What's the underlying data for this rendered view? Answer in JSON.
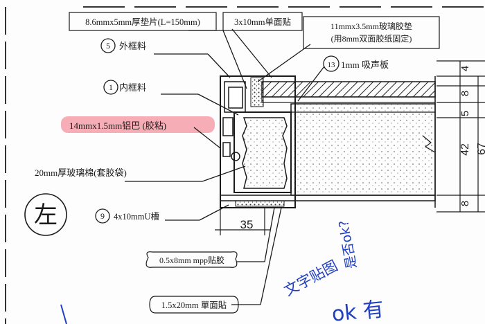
{
  "callouts": {
    "pad": "8.6mmx5mm厚垫片(L=150mm)",
    "tape_single": "3x10mm单面贴",
    "glass_pad_line1": "11mmx3.5mm玻璃胶垫",
    "glass_pad_line2": "(用8mm双面胶纸固定)",
    "outer_frame": "外框料",
    "outer_frame_num": "5",
    "sound_board": "1mm 吸声板",
    "sound_board_num": "13",
    "inner_frame": "内框料",
    "inner_frame_num": "1",
    "alu_strip": "14mmx1.5mm铝巴 (胶粘)",
    "glass_wool": "20mm厚玻璃棉(套胶袋)",
    "u_groove": "4x10mmU槽",
    "u_groove_num": "9",
    "mpp": "0.5x8mm mpp贴胶",
    "tape_bottom": "1.5x20mm 單面貼"
  },
  "side_label": "左",
  "dimensions": {
    "d4": "4",
    "d8_top": "8",
    "d5": "5",
    "d42": "42",
    "d67": "67",
    "d8_bottom": "8",
    "d35": "35"
  },
  "handwriting": {
    "note1": "是否ok?",
    "note2": "文字贴图",
    "note3": "ok 有"
  },
  "colors": {
    "ink": "#1a1a1a",
    "highlight": "#f26b7a",
    "pen": "#1f3fbf"
  }
}
